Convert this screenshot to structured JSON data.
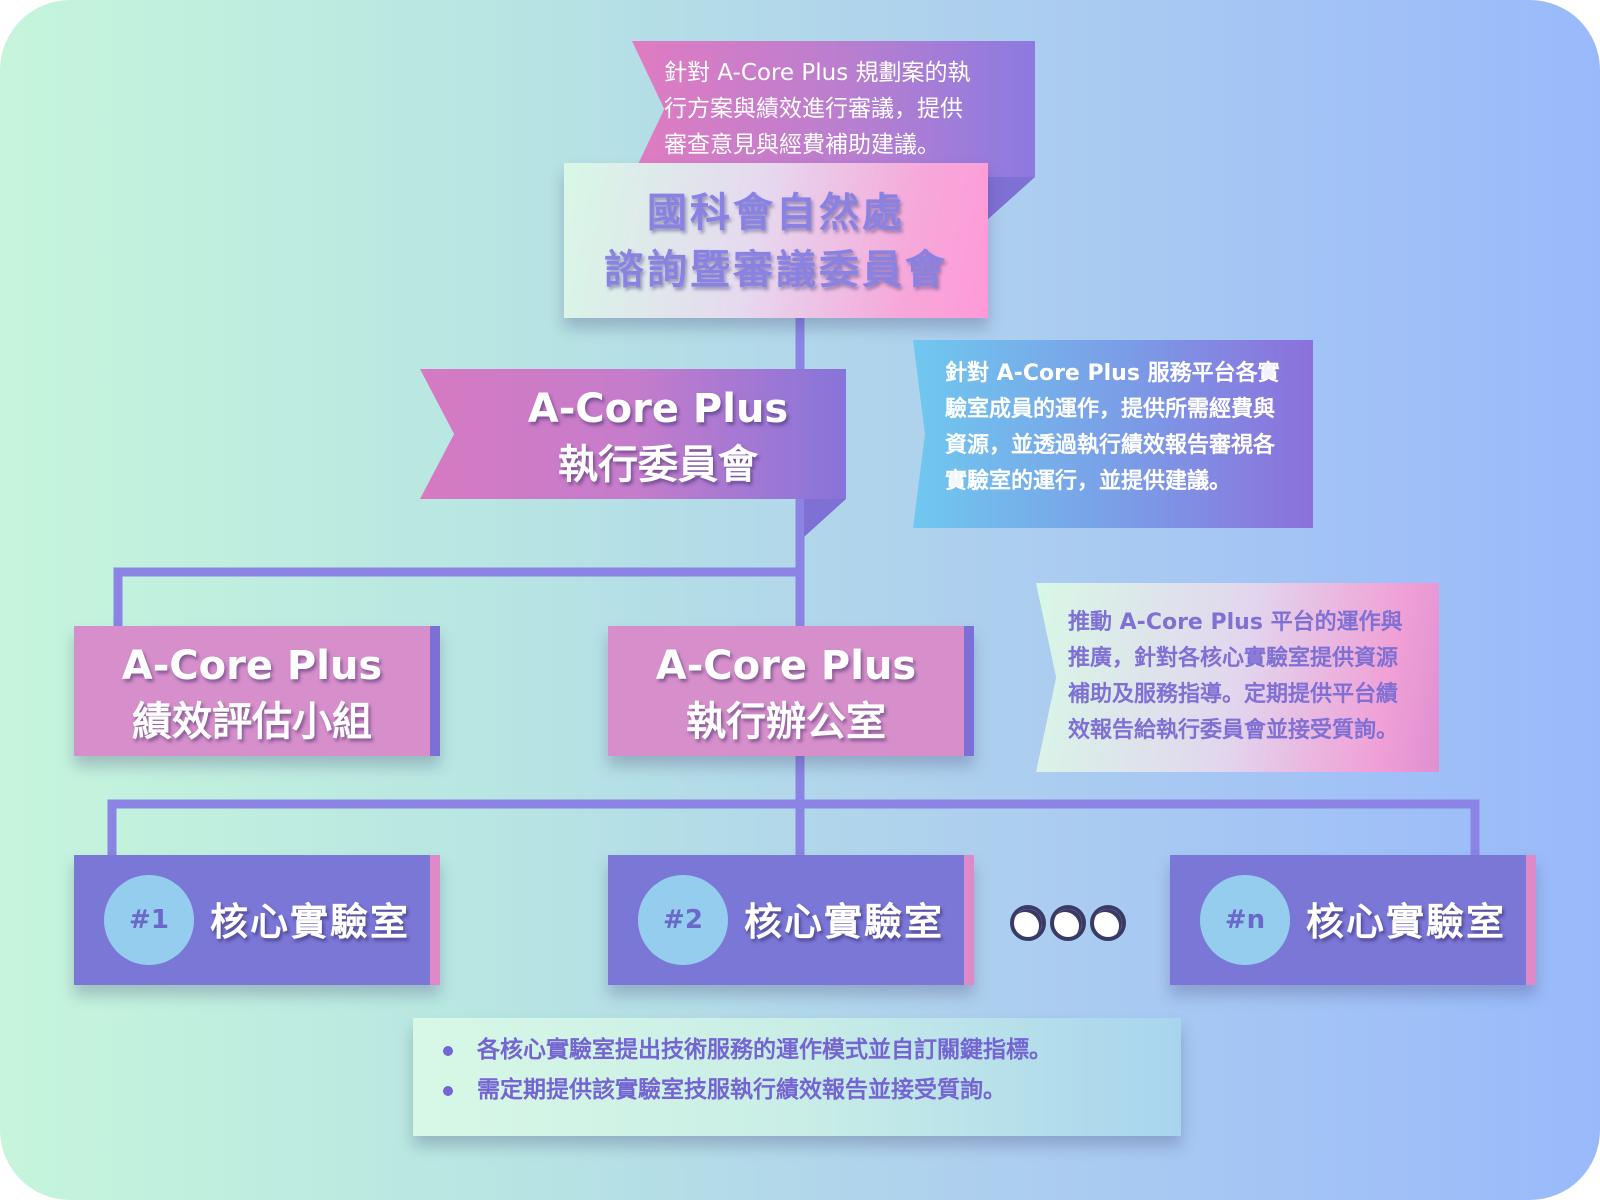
{
  "diagram": {
    "top_note": [
      "針對 A-Core Plus 規劃案的執",
      "行方案與績效進行審議，提供",
      "審查意見與經費補助建議。"
    ],
    "council": [
      "國科會自然處",
      "諮詢暨審議委員會"
    ],
    "exec_committee": [
      "A-Core Plus",
      "執行委員會"
    ],
    "exec_note": [
      "針對 A-Core Plus 服務平台各實",
      "驗室成員的運作，提供所需經費與",
      "資源，並透過執行績效報告審視各",
      "實驗室的運行，並提供建議。"
    ],
    "eval_group": [
      "A-Core Plus",
      "績效評估小組"
    ],
    "exec_office": [
      "A-Core Plus",
      "執行辦公室"
    ],
    "office_note": [
      "推動 A-Core Plus 平台的運作與",
      "推廣，針對各核心實驗室提供資源",
      "補助及服務指導。定期提供平台績",
      "效報告給執行委員會並接受質詢。"
    ],
    "labs": [
      {
        "id": "#1",
        "name": "核心實驗室"
      },
      {
        "id": "#2",
        "name": "核心實驗室"
      },
      {
        "id": "#n",
        "name": "核心實驗室"
      }
    ],
    "bottom_notes": [
      "各核心實驗室提出技術服務的運作模式並自訂關鍵指標。",
      "需定期提供該實驗室技服執行績效報告並接受質詢。"
    ],
    "colors": {
      "connector": "#8c84e4",
      "lab_box": "#7b77d6",
      "mid_box": "#d68fcb"
    }
  }
}
